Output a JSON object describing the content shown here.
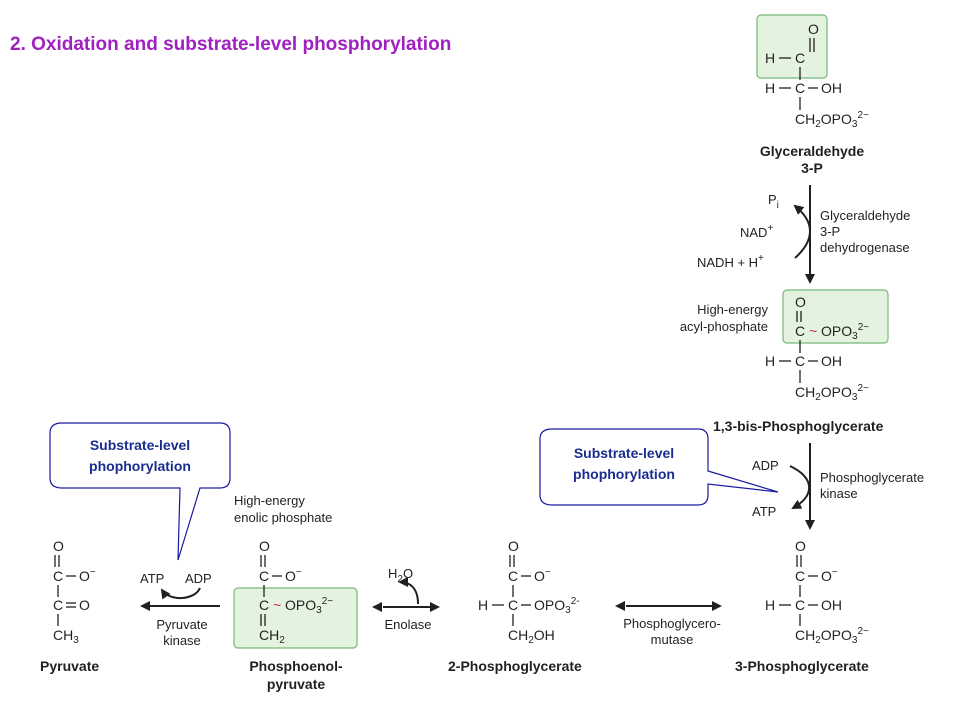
{
  "title": "2. Oxidation and substrate-level phosphorylation",
  "compounds": {
    "g3p": {
      "name_line1": "Glyceraldehyde",
      "name_line2": "3-P"
    },
    "bpg": {
      "name": "1,3-bis-Phosphoglycerate",
      "note_line1": "High-energy",
      "note_line2": "acyl-phosphate"
    },
    "pg3": {
      "name": "3-Phosphoglycerate"
    },
    "pg2": {
      "name": "2-Phosphoglycerate"
    },
    "pep": {
      "name_line1": "Phosphoenol-",
      "name_line2": "pyruvate",
      "note_line1": "High-energy",
      "note_line2": "enolic phosphate"
    },
    "pyr": {
      "name": "Pyruvate"
    }
  },
  "enzymes": {
    "gapdh": {
      "line1": "Glyceraldehyde",
      "line2": "3-P",
      "line3": "dehydrogenase"
    },
    "pgk": {
      "line1": "Phosphoglycerate",
      "line2": "kinase"
    },
    "pgm": {
      "line1": "Phosphoglycero-",
      "line2": "mutase"
    },
    "enolase": {
      "line1": "Enolase"
    },
    "pk": {
      "line1": "Pyruvate",
      "line2": "kinase"
    }
  },
  "cofactors": {
    "pi": "P",
    "pi_sub": "i",
    "nad": "NAD",
    "nad_sup": "+",
    "nadh": "NADH + H",
    "nadh_sup": "+",
    "adp": "ADP",
    "atp": "ATP",
    "h2o_h": "H",
    "h2o_sub": "2",
    "h2o_o": "O"
  },
  "callouts": {
    "left": {
      "line1": "Substrate-level",
      "line2": "phophorylation"
    },
    "right": {
      "line1": "Substrate-level",
      "line2": "phophorylation"
    }
  },
  "colors": {
    "title": "#a020c0",
    "highlight_fill": "#e4f3df",
    "highlight_stroke": "#78b878",
    "callout_text": "#1a2d8f",
    "callout_border": "#1a1aa0",
    "tilde": "#c8324a"
  }
}
